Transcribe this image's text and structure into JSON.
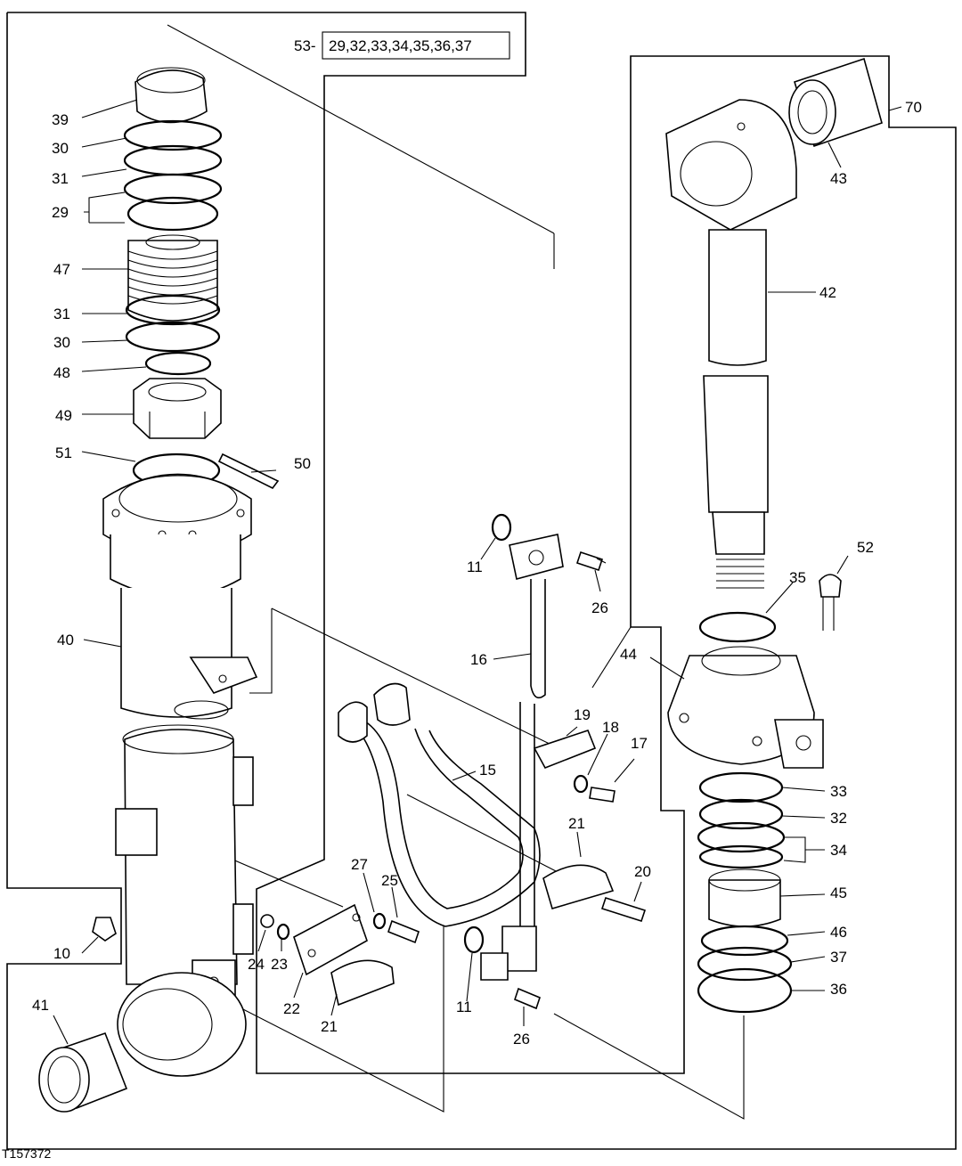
{
  "figure_id": "T157372",
  "kit": {
    "label": "53-",
    "parts": "29,32,33,34,35,36,37"
  },
  "callouts": {
    "p39": "39",
    "p30a": "30",
    "p31a": "31",
    "p29": "29",
    "p47": "47",
    "p31b": "31",
    "p30b": "30",
    "p48": "48",
    "p49": "49",
    "p51": "51",
    "p50": "50",
    "p40": "40",
    "p10": "10",
    "p41": "41",
    "p70": "70",
    "p43": "43",
    "p42": "42",
    "p52": "52",
    "p35": "35",
    "p44": "44",
    "p33": "33",
    "p32": "32",
    "p34": "34",
    "p45": "45",
    "p46": "46",
    "p37": "37",
    "p36": "36",
    "p11a": "11",
    "p26a": "26",
    "p16": "16",
    "p19": "19",
    "p18": "18",
    "p17": "17",
    "p15": "15",
    "p21a": "21",
    "p20": "20",
    "p27": "27",
    "p25": "25",
    "p24": "24",
    "p23": "23",
    "p22": "22",
    "p21b": "21",
    "p11b": "11",
    "p26b": "26"
  }
}
